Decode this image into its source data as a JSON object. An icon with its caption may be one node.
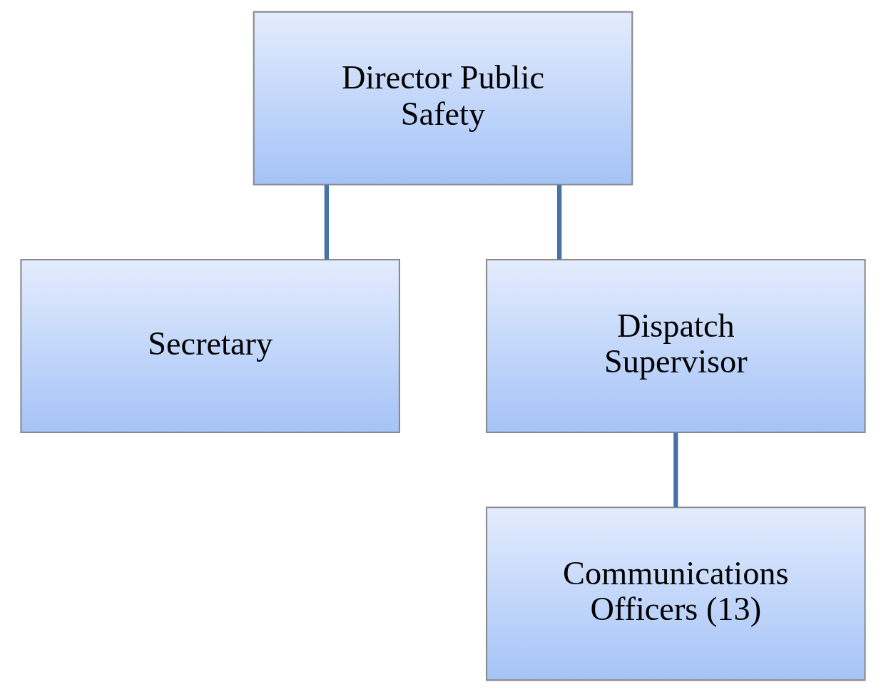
{
  "diagram": {
    "nodes": [
      {
        "text": [
          "Director Public Safety"
        ]
      },
      {
        "text": [
          "Secretary"
        ]
      },
      {
        "text": [
          "Dispatch Supervisor"
        ]
      },
      {
        "text": [
          "Communications Officers (13)"
        ]
      }
    ],
    "edges": [
      {
        "from": 0,
        "to": 1,
        "arrow": "none"
      },
      {
        "from": 0,
        "to": 2,
        "arrow": "none"
      },
      {
        "from": 2,
        "to": 3,
        "arrow": "none"
      }
    ]
  }
}
